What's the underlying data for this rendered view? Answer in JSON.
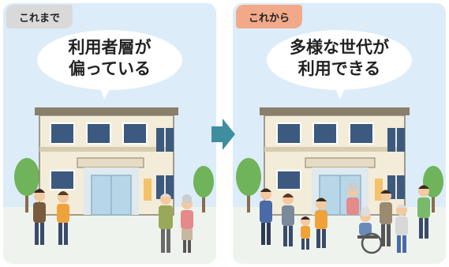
{
  "before": {
    "tag": "これまで",
    "bubble_line1": "利用者層が",
    "bubble_line2": "偏っている"
  },
  "after": {
    "tag": "これから",
    "bubble_line1": "多様な世代が",
    "bubble_line2": "利用できる"
  },
  "colors": {
    "sky": "#dcecf8",
    "building_wall": "#f3ecd9",
    "building_trim": "#8a7f6b",
    "window": "#3c5a80",
    "arrow": "#3e8ea0",
    "tag_before": "#d9d9d9",
    "tag_after": "#f2a98a",
    "tree": "#6fb35a"
  },
  "icons": [
    "arrow-right-icon"
  ]
}
